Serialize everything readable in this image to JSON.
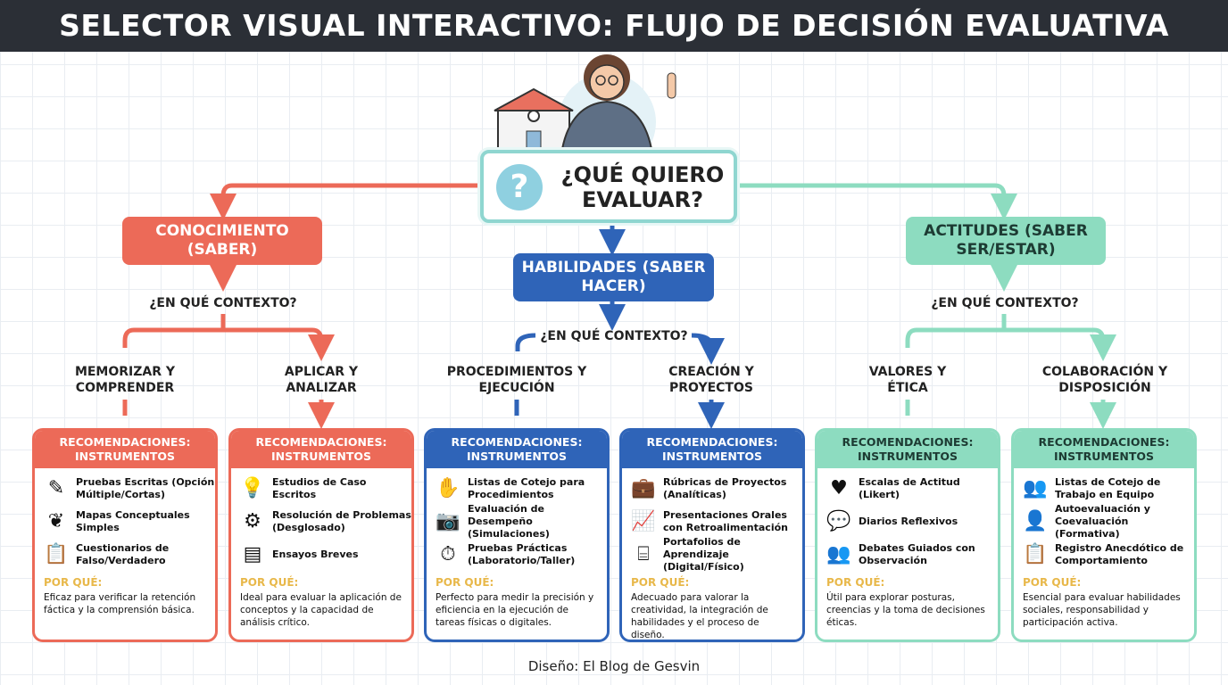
{
  "title": "SELECTOR VISUAL INTERACTIVO: FLUJO DE DECISIÓN EVALUATIVA",
  "question": {
    "icon": "question-icon",
    "symbol": "?",
    "text": "¿QUÉ QUIERO EVALUAR?"
  },
  "colors": {
    "red": "#ec6a58",
    "blue": "#2f64b8",
    "teal": "#8ddcc0",
    "header": "#2b2f36",
    "por_que": "#e8b84a"
  },
  "branches": [
    {
      "title": "CONOCIMIENTO (SABER)",
      "context": "¿EN QUÉ CONTEXTO?",
      "subs": [
        "MEMORIZAR Y COMPRENDER",
        "APLICAR Y ANALIZAR"
      ]
    },
    {
      "title": "HABILIDADES (SABER HACER)",
      "context": "¿EN QUÉ CONTEXTO?",
      "subs": [
        "PROCEDIMIENTOS Y EJECUCIÓN",
        "CREACIÓN Y PROYECTOS"
      ]
    },
    {
      "title": "ACTITUDES (SABER SER/ESTAR)",
      "context": "¿EN QUÉ CONTEXTO?",
      "subs": [
        "VALORES Y ÉTICA",
        "COLABORACIÓN Y DISPOSICIÓN"
      ]
    }
  ],
  "card_header": "RECOMENDACIONES: INSTRUMENTOS",
  "por_que_label": "POR QUÉ:",
  "cards": [
    {
      "items": [
        {
          "icon": "pencil-icon",
          "glyph": "✎",
          "text": "Pruebas Escritas (Opción Múltiple/Cortas)"
        },
        {
          "icon": "brain-icon",
          "glyph": "❦",
          "text": "Mapas Conceptuales Simples"
        },
        {
          "icon": "clipboard-icon",
          "glyph": "📋",
          "text": "Cuestionarios de Falso/Verdadero"
        }
      ],
      "why": "Eficaz para verificar la retención fáctica y la comprensión básica."
    },
    {
      "items": [
        {
          "icon": "lightbulb-icon",
          "glyph": "💡",
          "text": "Estudios de Caso Escritos"
        },
        {
          "icon": "gears-icon",
          "glyph": "⚙",
          "text": "Resolución de Problemas (Desglosado)"
        },
        {
          "icon": "presentation-board-icon",
          "glyph": "▤",
          "text": "Ensayos Breves"
        }
      ],
      "why": "Ideal para evaluar la aplicación de conceptos y la capacidad de análisis crítico."
    },
    {
      "items": [
        {
          "icon": "hand-icon",
          "glyph": "✋",
          "text": "Listas de Cotejo para Procedimientos"
        },
        {
          "icon": "camera-icon",
          "glyph": "📷",
          "text": "Evaluación de Desempeño (Simulaciones)"
        },
        {
          "icon": "stopwatch-icon",
          "glyph": "⏱",
          "text": "Pruebas Prácticas (Laboratorio/Taller)"
        }
      ],
      "why": "Perfecto para medir la precisión y eficiencia en la ejecución de tareas físicas o digitales."
    },
    {
      "items": [
        {
          "icon": "briefcase-icon",
          "glyph": "💼",
          "text": "Rúbricas de Proyectos (Analíticas)"
        },
        {
          "icon": "chart-board-icon",
          "glyph": "📈",
          "text": "Presentaciones Orales con Retroalimentación"
        },
        {
          "icon": "web-icon",
          "glyph": "⌸",
          "text": "Portafolios de Aprendizaje (Digital/Físico)"
        }
      ],
      "why": "Adecuado para valorar la creatividad, la integración de habilidades y el proceso de diseño."
    },
    {
      "items": [
        {
          "icon": "heart-icon",
          "glyph": "♥",
          "text": "Escalas de Actitud (Likert)"
        },
        {
          "icon": "speech-bubble-icon",
          "glyph": "💬",
          "text": "Diarios Reflexivos"
        },
        {
          "icon": "group-icon",
          "glyph": "👥",
          "text": "Debates Guiados con Observación"
        }
      ],
      "why": "Útil para explorar posturas, creencias y la toma de decisiones éticas."
    },
    {
      "items": [
        {
          "icon": "group-icon",
          "glyph": "👥",
          "text": "Listas de Cotejo de Trabajo en Equipo"
        },
        {
          "icon": "person-icon",
          "glyph": "👤",
          "text": "Autoevaluación y Coevaluación (Formativa)"
        },
        {
          "icon": "checklist-icon",
          "glyph": "📋",
          "text": "Registro Anecdótico de Comportamiento"
        }
      ],
      "why": "Esencial para evaluar habilidades sociales, responsabilidad y participación activa."
    }
  ],
  "footer": "Diseño: El Blog de Gesvin"
}
